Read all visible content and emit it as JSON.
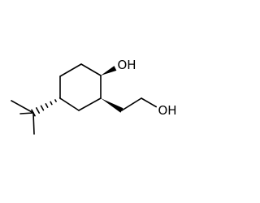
{
  "molecule": {
    "atoms": [
      {
        "id": "ring-c1",
        "element": "C",
        "label": ""
      },
      {
        "id": "ring-c2",
        "element": "C",
        "label": ""
      },
      {
        "id": "ring-c3",
        "element": "C",
        "label": ""
      },
      {
        "id": "ring-c4",
        "element": "C",
        "label": ""
      },
      {
        "id": "ring-c5",
        "element": "C",
        "label": ""
      },
      {
        "id": "ring-c6",
        "element": "C",
        "label": ""
      },
      {
        "id": "ring-hydroxyl",
        "element": "O",
        "label": "OH"
      },
      {
        "id": "chain-c1",
        "element": "C",
        "label": ""
      },
      {
        "id": "chain-c2",
        "element": "C",
        "label": ""
      },
      {
        "id": "chain-hydroxyl",
        "element": "O",
        "label": "OH"
      },
      {
        "id": "tbutyl-quaternary",
        "element": "C",
        "label": ""
      },
      {
        "id": "tbutyl-methyl-1",
        "element": "C",
        "label": ""
      },
      {
        "id": "tbutyl-methyl-2",
        "element": "C",
        "label": ""
      },
      {
        "id": "tbutyl-methyl-3",
        "element": "C",
        "label": ""
      }
    ],
    "bonds": [
      {
        "from": "ring-c1",
        "to": "ring-c2",
        "type": "single"
      },
      {
        "from": "ring-c2",
        "to": "ring-c3",
        "type": "single"
      },
      {
        "from": "ring-c3",
        "to": "ring-c4",
        "type": "single"
      },
      {
        "from": "ring-c4",
        "to": "ring-c5",
        "type": "single"
      },
      {
        "from": "ring-c5",
        "to": "ring-c6",
        "type": "single"
      },
      {
        "from": "ring-c6",
        "to": "ring-c1",
        "type": "single"
      },
      {
        "from": "ring-c1",
        "to": "ring-hydroxyl",
        "type": "wedge"
      },
      {
        "from": "ring-c6",
        "to": "chain-c1",
        "type": "wedge"
      },
      {
        "from": "chain-c1",
        "to": "chain-c2",
        "type": "single"
      },
      {
        "from": "chain-c2",
        "to": "chain-hydroxyl",
        "type": "single"
      },
      {
        "from": "ring-c4",
        "to": "tbutyl-quaternary",
        "type": "hash"
      },
      {
        "from": "tbutyl-quaternary",
        "to": "tbutyl-methyl-1",
        "type": "single"
      },
      {
        "from": "tbutyl-quaternary",
        "to": "tbutyl-methyl-2",
        "type": "single"
      },
      {
        "from": "tbutyl-quaternary",
        "to": "tbutyl-methyl-3",
        "type": "single"
      }
    ]
  }
}
